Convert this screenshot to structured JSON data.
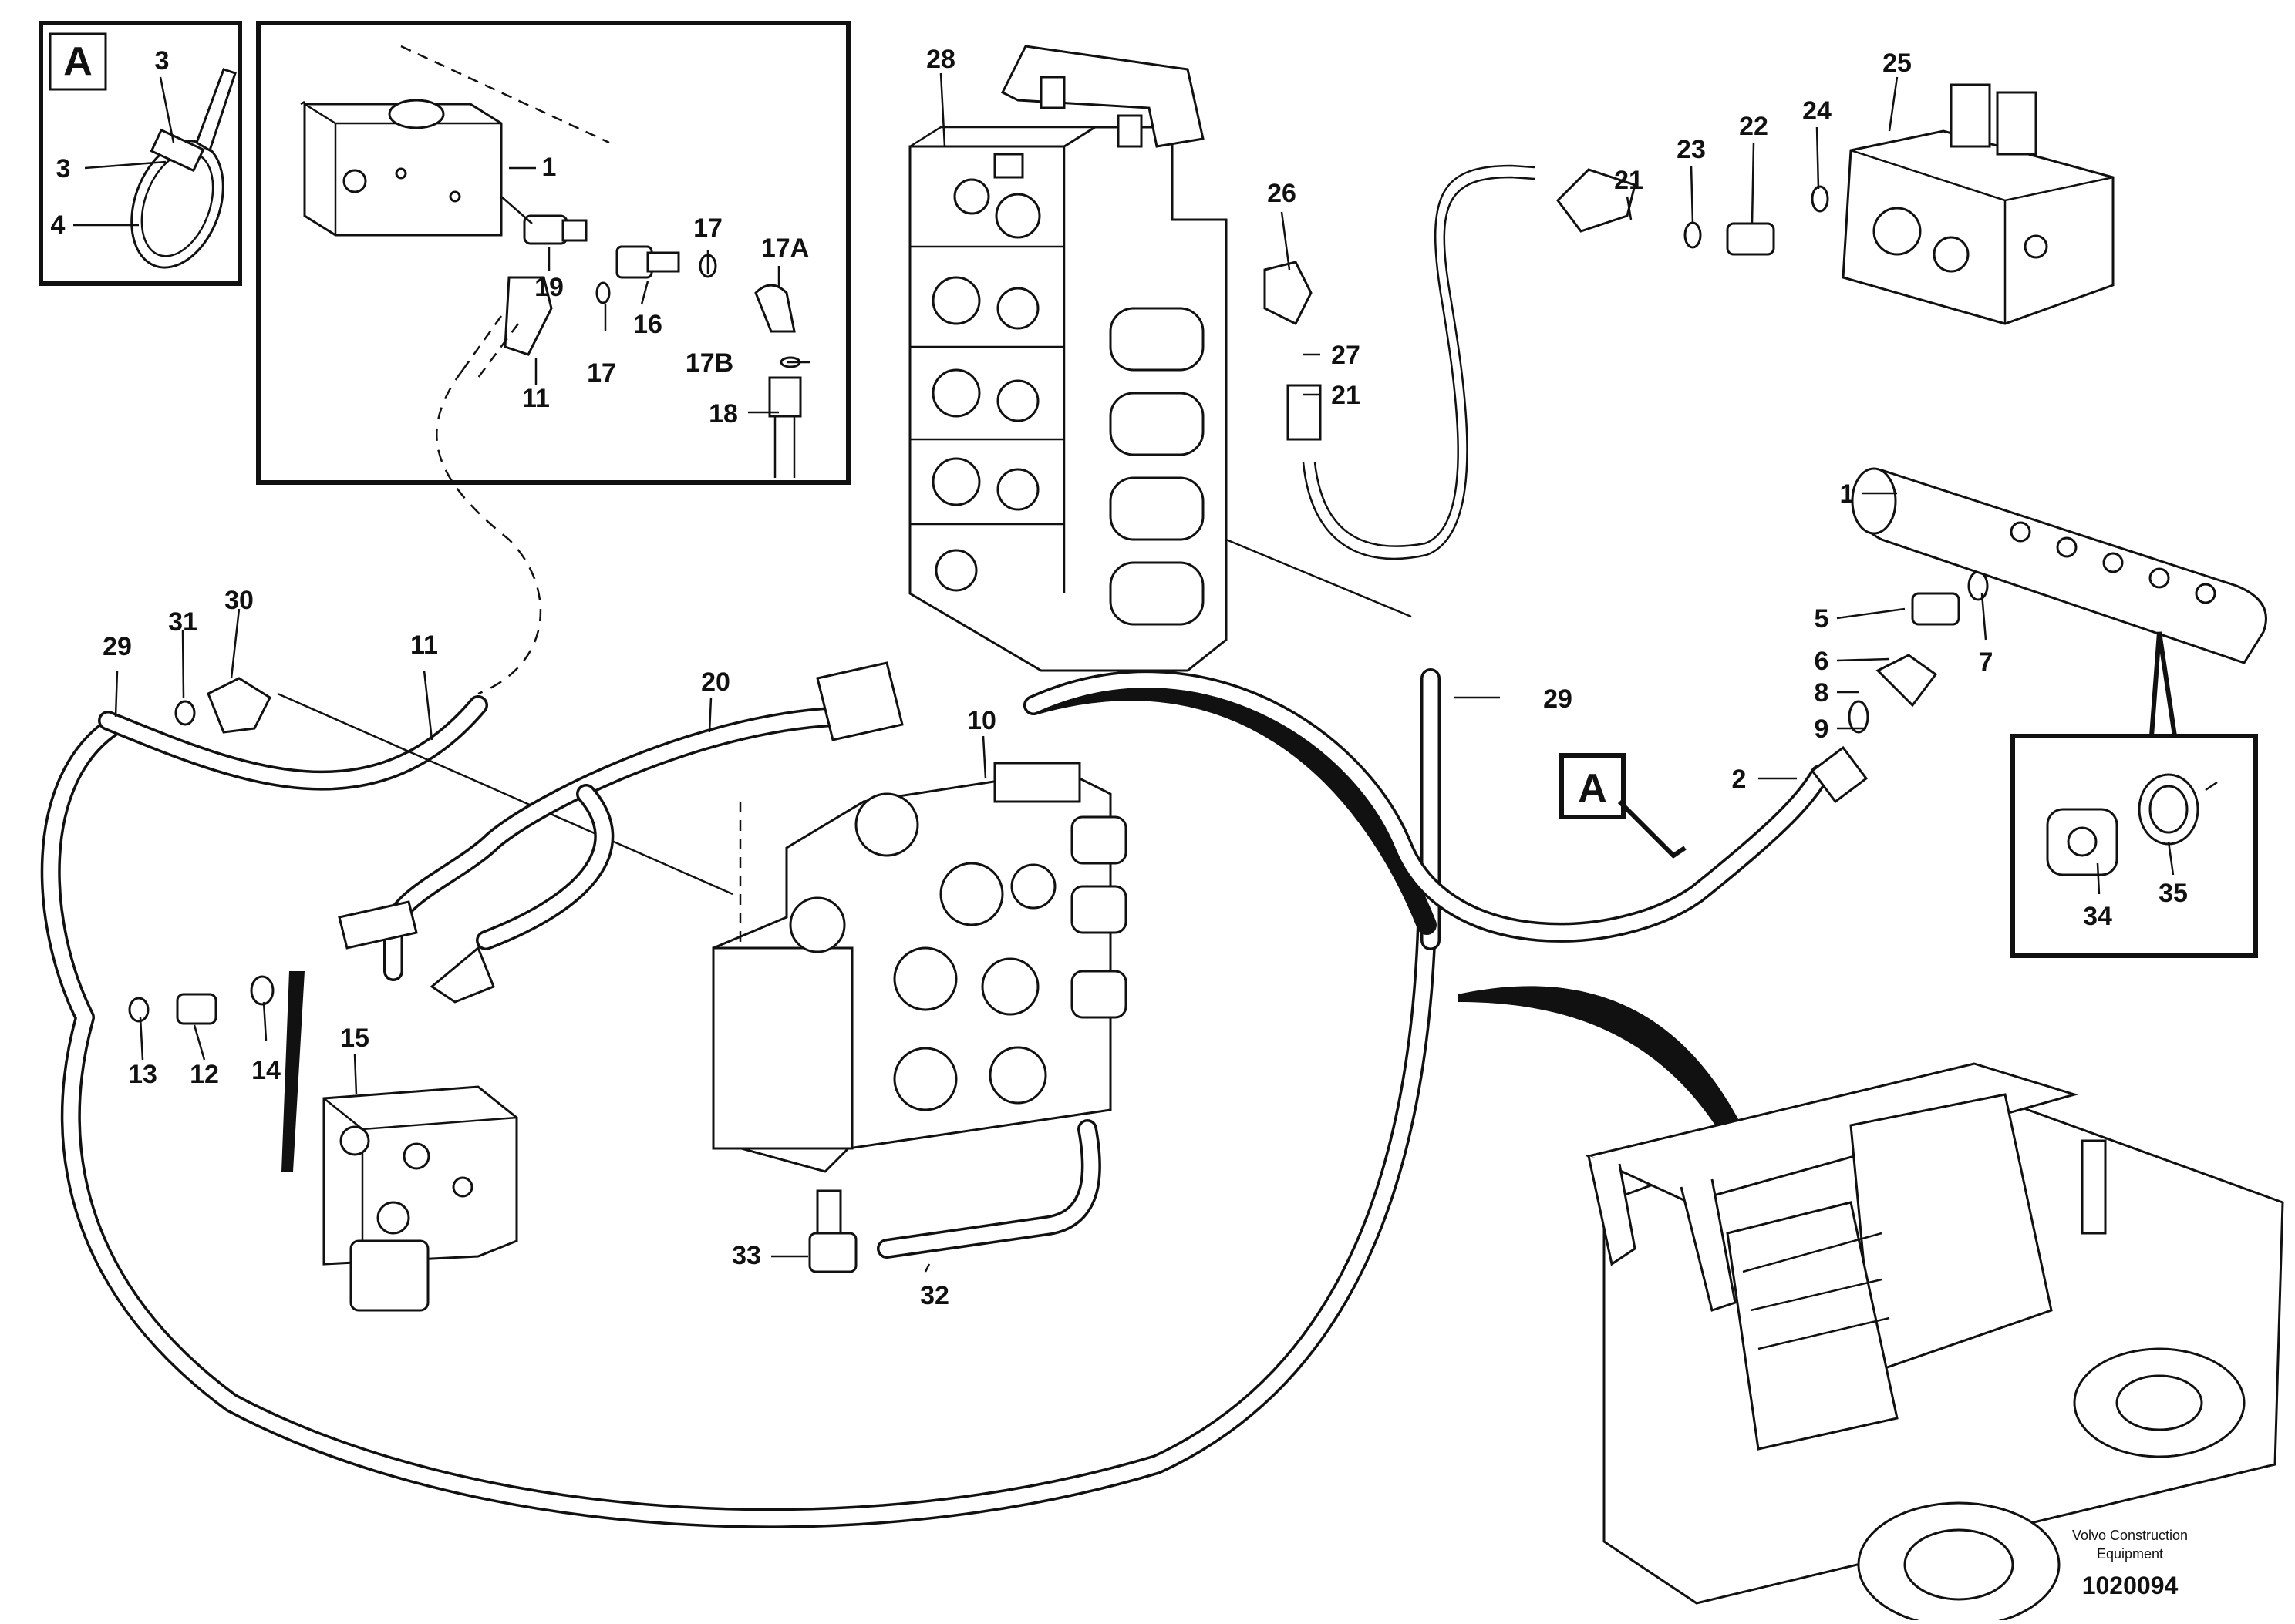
{
  "inset_a": {
    "letter": "A",
    "labels": [
      "3",
      "3",
      "4"
    ]
  },
  "detail_box": {
    "labels": [
      "1",
      "19",
      "16",
      "17",
      "17",
      "17A",
      "17B",
      "11",
      "18"
    ]
  },
  "main_labels": {
    "p28": "28",
    "p26": "26",
    "p27": "27",
    "p21a": "21",
    "p21b": "21",
    "p23": "23",
    "p22": "22",
    "p24": "24",
    "p25": "25",
    "p1": "1",
    "p5": "5",
    "p6": "6",
    "p7": "7",
    "p8": "8",
    "p9": "9",
    "p2": "2",
    "p29a": "29",
    "p29b": "29",
    "p31": "31",
    "p30": "30",
    "p11": "11",
    "p20": "20",
    "p10": "10",
    "p13": "13",
    "p12": "12",
    "p14": "14",
    "p15": "15",
    "p33": "33",
    "p32": "32"
  },
  "callout_a": {
    "letter": "A"
  },
  "inset_detail": {
    "labels": [
      "34",
      "35"
    ]
  },
  "footer": {
    "company_line1": "Volvo Construction",
    "company_line2": "Equipment",
    "figure_no": "1020094"
  }
}
